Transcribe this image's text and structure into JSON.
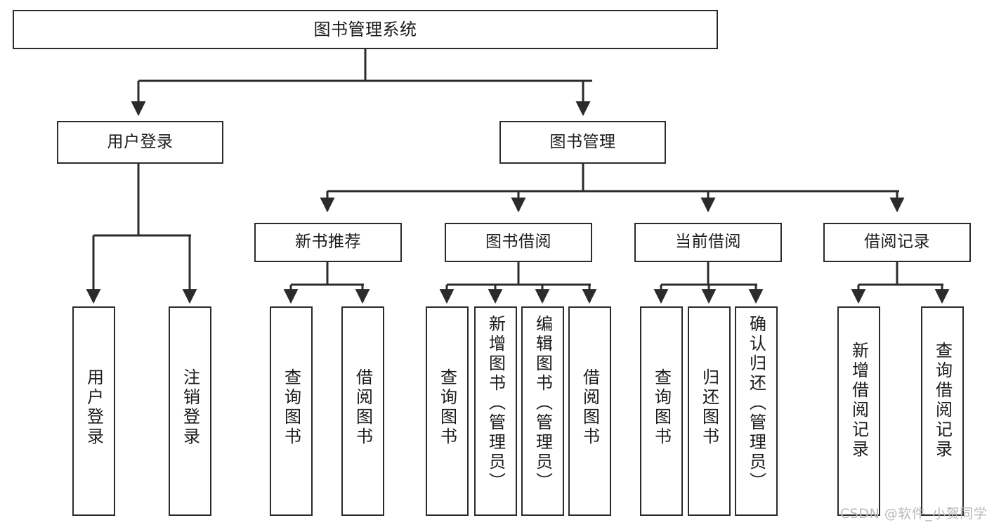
{
  "diagram": {
    "title": "图书管理系统",
    "type": "tree-hierarchy",
    "watermark": "CSDN @软件_小贺同学",
    "colors": {
      "box_border": "#2b2b2b",
      "box_fill": "#ffffff",
      "edge": "#2b2b2b",
      "text": "#1b1b1b",
      "watermark": "#b9b9b9"
    }
  },
  "nodes": {
    "root": {
      "label": "图书管理系统"
    },
    "level1": [
      {
        "id": "user-login",
        "label": "用户登录"
      },
      {
        "id": "book-manage",
        "label": "图书管理"
      }
    ],
    "level2": [
      {
        "id": "new-book-rec",
        "label": "新书推荐"
      },
      {
        "id": "book-borrow",
        "label": "图书借阅"
      },
      {
        "id": "current-borrow",
        "label": "当前借阅"
      },
      {
        "id": "borrow-record",
        "label": "借阅记录"
      }
    ],
    "leaves": {
      "user_login": [
        {
          "id": "leaf-user-login",
          "label": "用户登录"
        },
        {
          "id": "leaf-logout",
          "label": "注销登录"
        }
      ],
      "new_book_rec": [
        {
          "id": "leaf-query-book-1",
          "label": "查询图书"
        },
        {
          "id": "leaf-borrow-book-1",
          "label": "借阅图书"
        }
      ],
      "book_borrow": [
        {
          "id": "leaf-query-book-2",
          "label": "查询图书"
        },
        {
          "id": "leaf-add-book",
          "label": "新增图书（管理员）"
        },
        {
          "id": "leaf-edit-book",
          "label": "编辑图书（管理员）"
        },
        {
          "id": "leaf-borrow-book-2",
          "label": "借阅图书"
        }
      ],
      "current_borrow": [
        {
          "id": "leaf-query-book-3",
          "label": "查询图书"
        },
        {
          "id": "leaf-return-book",
          "label": "归还图书"
        },
        {
          "id": "leaf-confirm-return",
          "label": "确认归还（管理员）"
        }
      ],
      "borrow_record": [
        {
          "id": "leaf-add-record",
          "label": "新增借阅记录"
        },
        {
          "id": "leaf-query-record",
          "label": "查询借阅记录"
        }
      ]
    }
  },
  "edges": [
    {
      "from": "root",
      "to": "user-login"
    },
    {
      "from": "root",
      "to": "book-manage"
    },
    {
      "from": "user-login",
      "to": "leaf-user-login"
    },
    {
      "from": "user-login",
      "to": "leaf-logout"
    },
    {
      "from": "book-manage",
      "to": "new-book-rec"
    },
    {
      "from": "book-manage",
      "to": "book-borrow"
    },
    {
      "from": "book-manage",
      "to": "current-borrow"
    },
    {
      "from": "book-manage",
      "to": "borrow-record"
    },
    {
      "from": "new-book-rec",
      "to": "leaf-query-book-1"
    },
    {
      "from": "new-book-rec",
      "to": "leaf-borrow-book-1"
    },
    {
      "from": "book-borrow",
      "to": "leaf-query-book-2"
    },
    {
      "from": "book-borrow",
      "to": "leaf-add-book"
    },
    {
      "from": "book-borrow",
      "to": "leaf-edit-book"
    },
    {
      "from": "book-borrow",
      "to": "leaf-borrow-book-2"
    },
    {
      "from": "current-borrow",
      "to": "leaf-query-book-3"
    },
    {
      "from": "current-borrow",
      "to": "leaf-return-book"
    },
    {
      "from": "current-borrow",
      "to": "leaf-confirm-return"
    },
    {
      "from": "borrow-record",
      "to": "leaf-add-record"
    },
    {
      "from": "borrow-record",
      "to": "leaf-query-record"
    }
  ]
}
